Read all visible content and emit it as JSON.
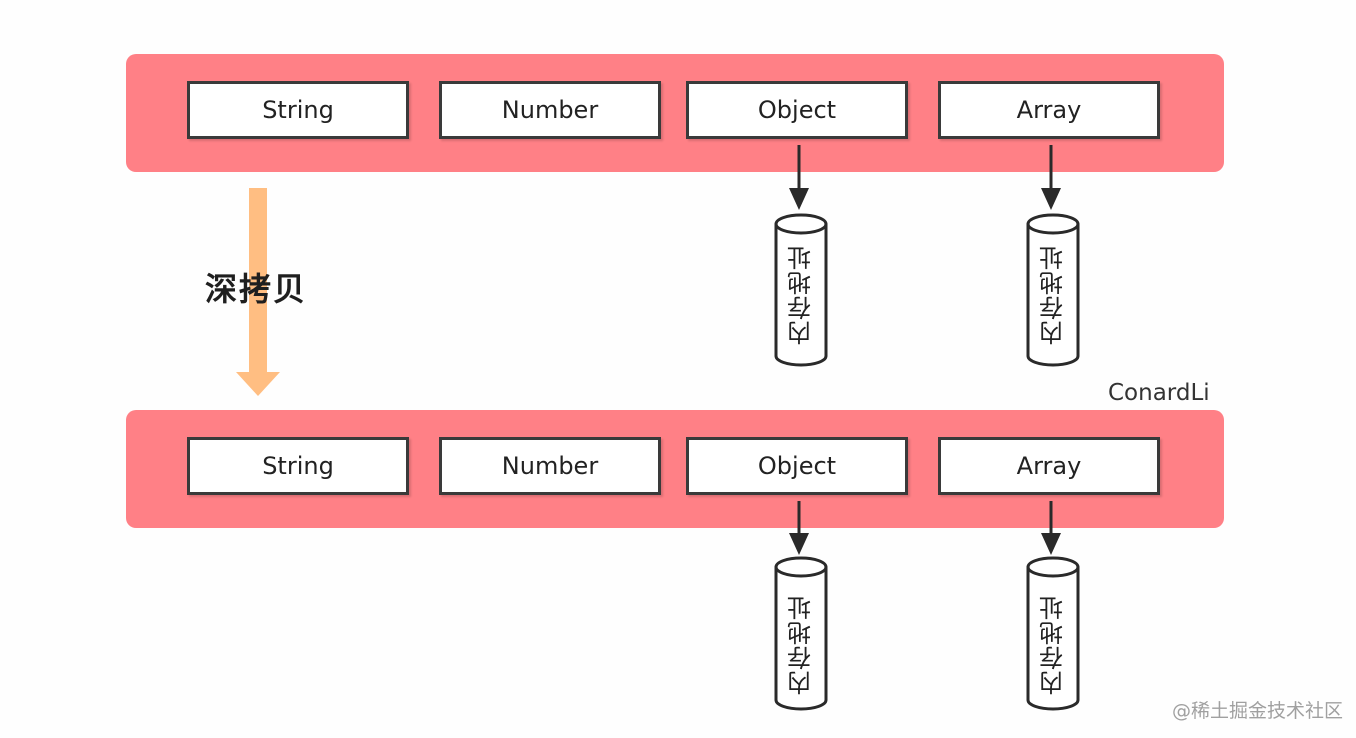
{
  "top_row": {
    "types": [
      "String",
      "Number",
      "Object",
      "Array"
    ]
  },
  "bottom_row": {
    "types": [
      "String",
      "Number",
      "Object",
      "Array"
    ]
  },
  "memory_label": "内存地址",
  "copy_label": "深拷贝",
  "author": "ConardLi",
  "watermark": "@稀土掘金技术社区",
  "colors": {
    "band": "#ff8086",
    "copy_arrow": "#ffbe82",
    "box_border": "#3a3a3a",
    "arrow": "#2a2a2a"
  }
}
